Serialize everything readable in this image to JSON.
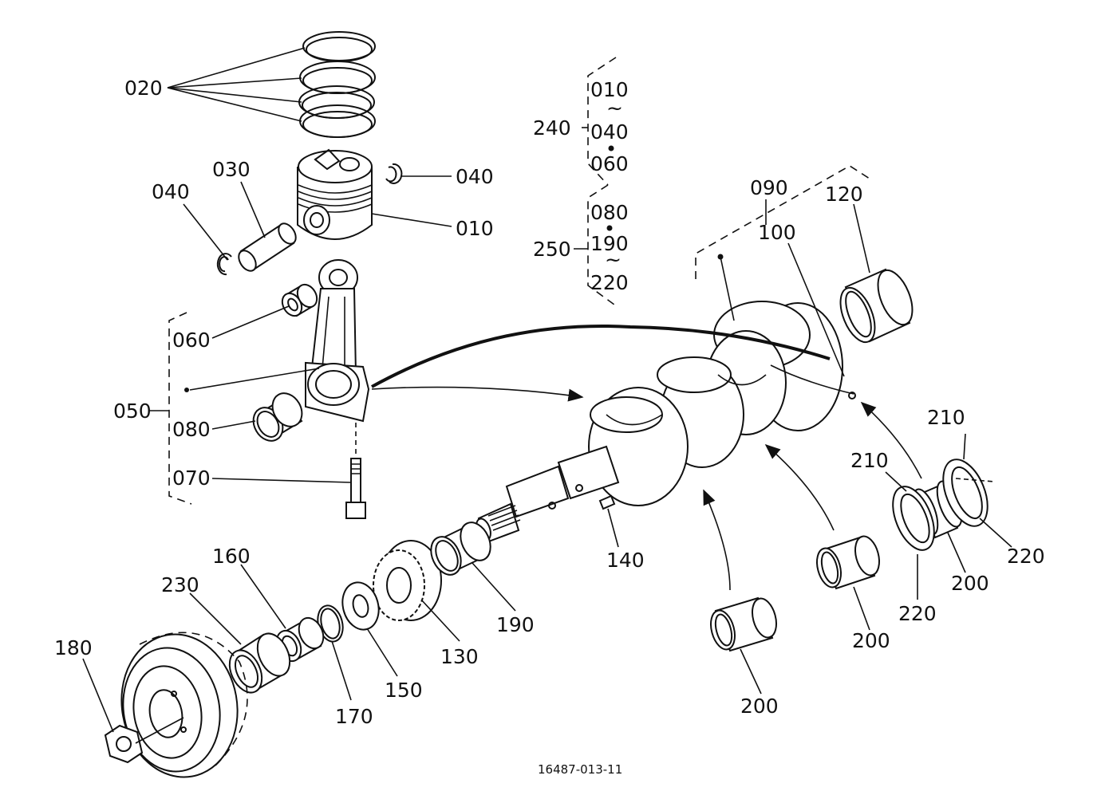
{
  "figure_number": "16487-013-11",
  "callouts": {
    "p020": "020",
    "p030": "030",
    "p040_left": "040",
    "p040_right": "040",
    "p010": "010",
    "p060": "060",
    "p050": "050",
    "p080": "080",
    "p070": "070",
    "p090": "090",
    "p100": "100",
    "p120": "120",
    "p140": "140",
    "p160": "160",
    "p230": "230",
    "p180": "180",
    "p170": "170",
    "p150": "150",
    "p130": "130",
    "p190": "190",
    "p200_a": "200",
    "p200_b": "200",
    "p200_c": "200",
    "p210_a": "210",
    "p210_b": "210",
    "p220_a": "220",
    "p220_b": "220"
  },
  "kits": {
    "k240": {
      "label": "240",
      "first": "010",
      "tilde": "~",
      "middle": "040",
      "last": "060"
    },
    "k250": {
      "label": "250",
      "first": "080",
      "middle": "190",
      "tilde": "~",
      "last": "220"
    }
  }
}
